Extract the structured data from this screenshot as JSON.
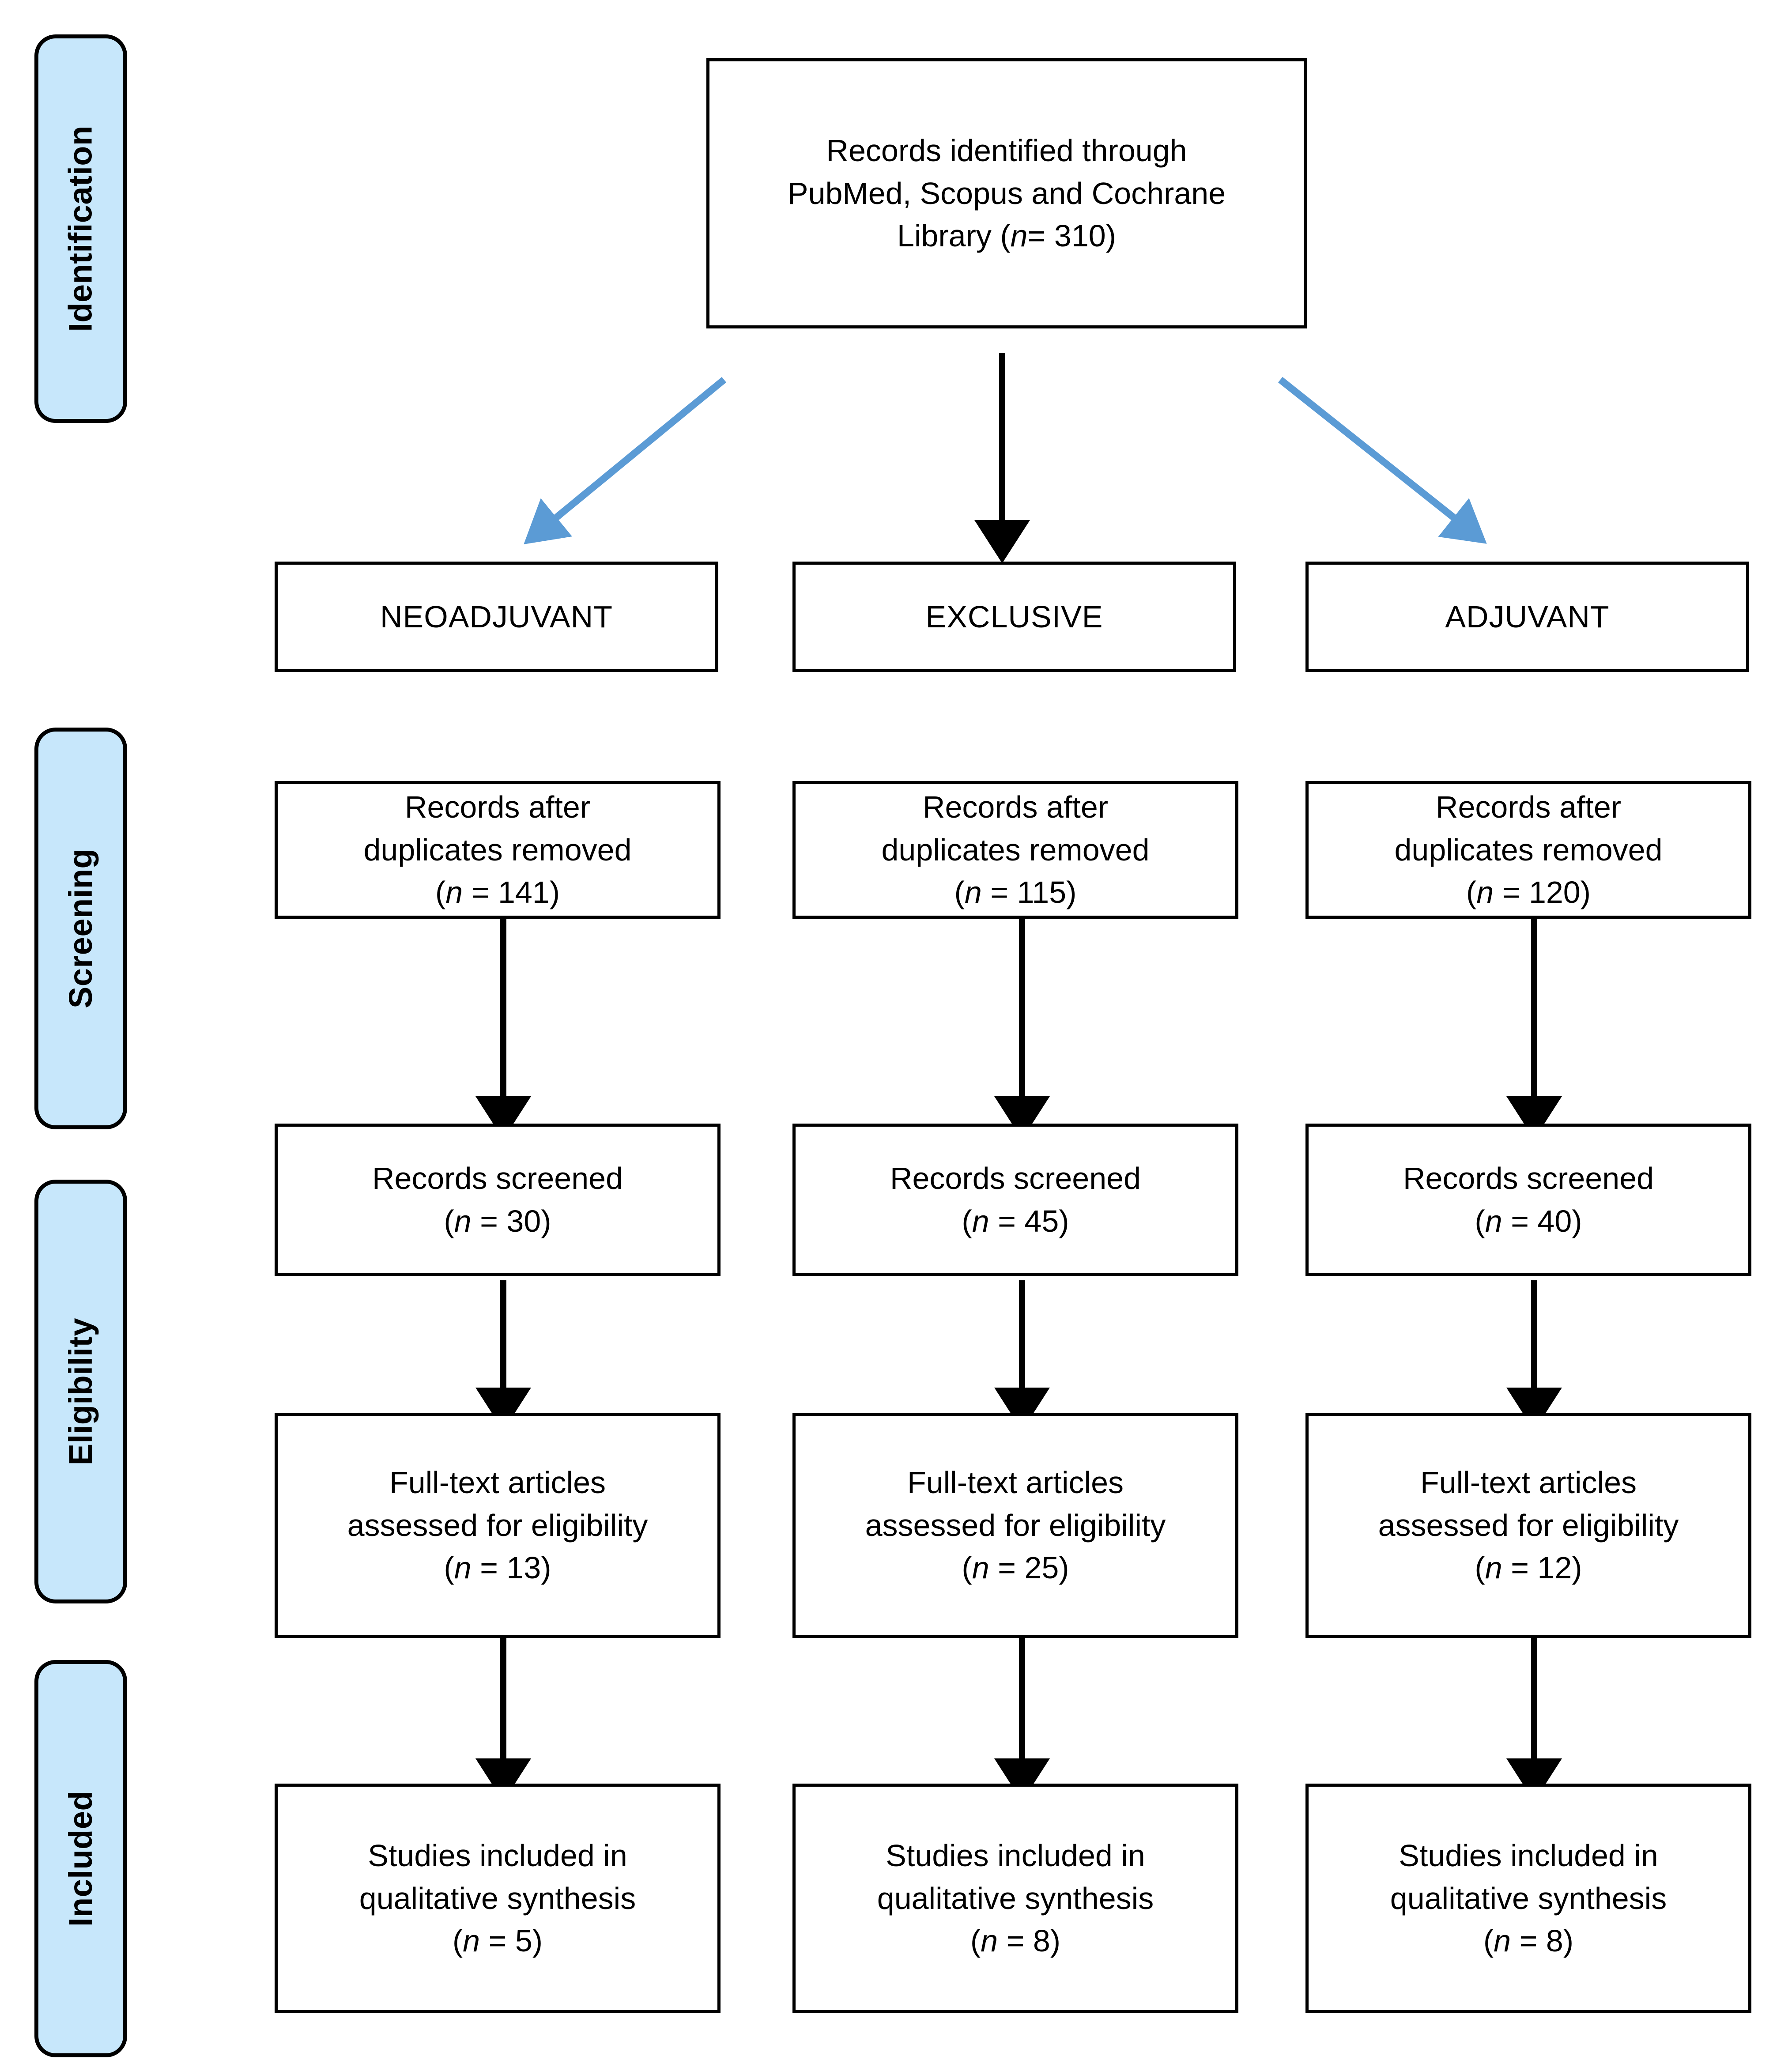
{
  "colors": {
    "phase_fill": "#c7e7fb",
    "phase_border": "#000000",
    "box_border": "#000000",
    "diagonal_arrow": "#5b9bd5",
    "vertical_arrow": "#000000",
    "background": "#ffffff",
    "text": "#000000"
  },
  "phases": [
    {
      "label": "Identification"
    },
    {
      "label": "Screening"
    },
    {
      "label": "Eligibility"
    },
    {
      "label": "Included"
    }
  ],
  "source_box": {
    "line1": "Records identified through",
    "line2": "PubMed, Scopus and Cochrane",
    "line3_prefix": "Library (",
    "line3_n": "n",
    "line3_suffix": "= 310)"
  },
  "categories": [
    {
      "label": "NEOADJUVANT"
    },
    {
      "label": "EXCLUSIVE"
    },
    {
      "label": "ADJUVANT"
    }
  ],
  "rows": [
    {
      "row_name": "records-after-duplicates-removed",
      "line1": "Records after",
      "line2": "duplicates removed",
      "columns": [
        {
          "n_prefix": "(",
          "n_symbol": "n",
          "n_value": " = 141)"
        },
        {
          "n_prefix": "(",
          "n_symbol": "n",
          "n_value": " = 115)"
        },
        {
          "n_prefix": "(",
          "n_symbol": "n",
          "n_value": " = 120)"
        }
      ]
    },
    {
      "row_name": "records-screened",
      "line1": "Records screened",
      "line2": "",
      "columns": [
        {
          "n_prefix": "(",
          "n_symbol": "n",
          "n_value": " = 30)"
        },
        {
          "n_prefix": "(",
          "n_symbol": "n",
          "n_value": " = 45)"
        },
        {
          "n_prefix": "(",
          "n_symbol": "n",
          "n_value": " = 40)"
        }
      ]
    },
    {
      "row_name": "full-text-articles-assessed",
      "line1": "Full-text articles",
      "line2": "assessed for eligibility",
      "columns": [
        {
          "n_prefix": "(",
          "n_symbol": "n",
          "n_value": " = 13)"
        },
        {
          "n_prefix": "(",
          "n_symbol": "n",
          "n_value": " = 25)"
        },
        {
          "n_prefix": "(",
          "n_symbol": "n",
          "n_value": " = 12)"
        }
      ]
    },
    {
      "row_name": "studies-included-qualitative-synthesis",
      "line1": "Studies included in",
      "line2": "qualitative synthesis",
      "columns": [
        {
          "n_prefix": "(",
          "n_symbol": "n",
          "n_value": " = 5)"
        },
        {
          "n_prefix": "(",
          "n_symbol": "n",
          "n_value": " = 8)"
        },
        {
          "n_prefix": "(",
          "n_symbol": "n",
          "n_value": " = 8)"
        }
      ]
    }
  ]
}
